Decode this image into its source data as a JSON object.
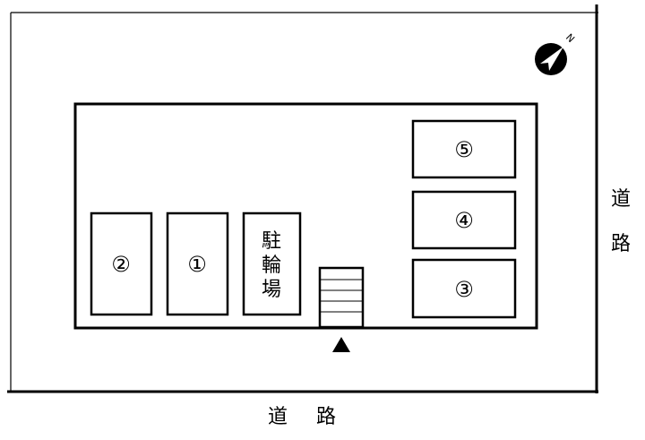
{
  "spaces": [
    {
      "id": "space-2",
      "label": "②"
    },
    {
      "id": "space-1",
      "label": "①"
    },
    {
      "id": "space-5",
      "label": "⑤"
    },
    {
      "id": "space-4",
      "label": "④"
    },
    {
      "id": "space-3",
      "label": "③"
    }
  ],
  "bicycle_parking": {
    "line1": "駐",
    "line2": "輪",
    "line3": "場"
  },
  "road_bottom": {
    "char1": "道",
    "char2": "路"
  },
  "road_right": {
    "char1": "道",
    "char2": "路"
  },
  "north": {
    "letter": "N",
    "icon": "north-arrow-icon"
  },
  "entrance": {
    "icon": "entrance-triangle-icon"
  },
  "colors": {
    "line": "#000000",
    "background": "#ffffff"
  }
}
